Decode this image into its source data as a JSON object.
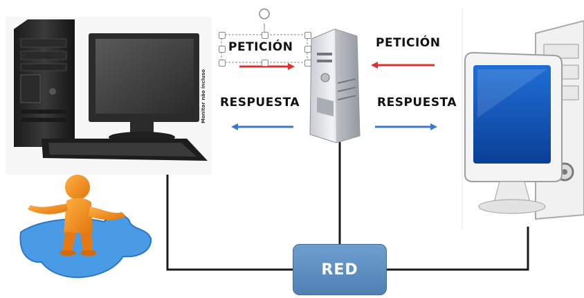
{
  "labels": {
    "request_left": "PETICIÓN",
    "request_right": "PETICIÓN",
    "response_left": "RESPUESTA",
    "response_right": "RESPUESTA",
    "network": "RED",
    "monitor_side_text": "Monitor não incluso"
  },
  "colors": {
    "request_arrow": "#e0302c",
    "response_arrow": "#3b78c7",
    "network_box": "#5b8cc0",
    "connector_line": "#1a1a1a"
  },
  "icons": {
    "client_pc": "desktop-computer-icon",
    "server": "server-tower-icon",
    "remote_pc": "desktop-computer-icon",
    "user": "person-on-puzzle-icon"
  }
}
